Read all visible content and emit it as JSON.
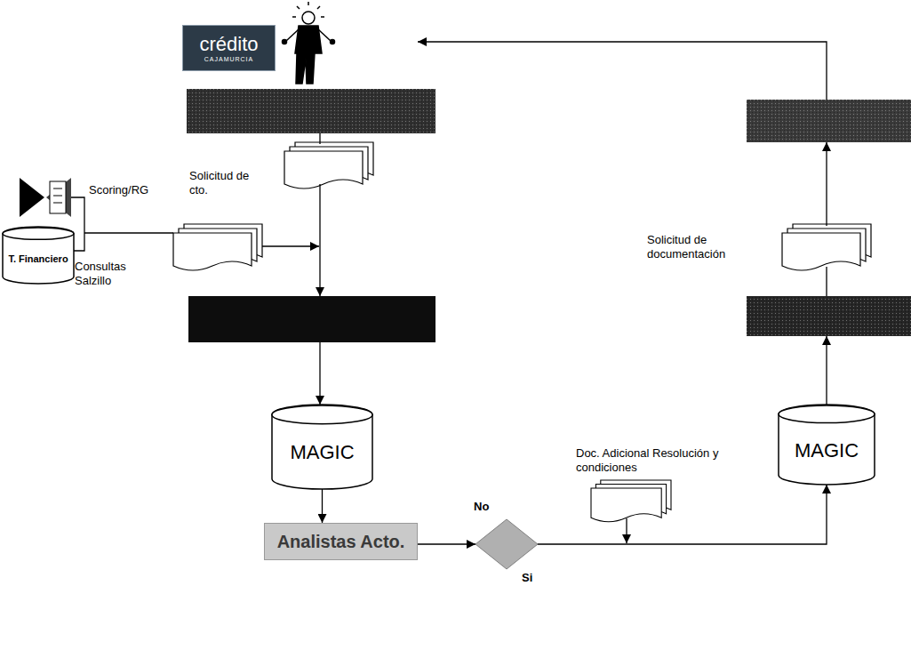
{
  "diagram": {
    "nodes": [
      {
        "text": [
          "crédito",
          "CAJAMURCIA"
        ]
      },
      {
        "text": [
          "T. Financiero"
        ]
      },
      {
        "text": [
          "MAGIC"
        ]
      },
      {
        "text": [
          "Analistas Acto."
        ]
      },
      {
        "text": [
          "No",
          "Si"
        ]
      },
      {
        "text": [
          "MAGIC"
        ]
      }
    ],
    "edges": [
      {
        "from": 2,
        "to": 3,
        "arrow": "to"
      },
      {
        "from": 3,
        "to": 4,
        "arrow": "to"
      },
      {
        "from": 4,
        "to": 5,
        "arrow": "to"
      }
    ],
    "labels": [
      "Solicitud de cto.",
      "Scoring/RG",
      "Consultas Salzillo",
      "Doc. Adicional Resolución y condiciones",
      "Solicitud de documentación"
    ]
  }
}
